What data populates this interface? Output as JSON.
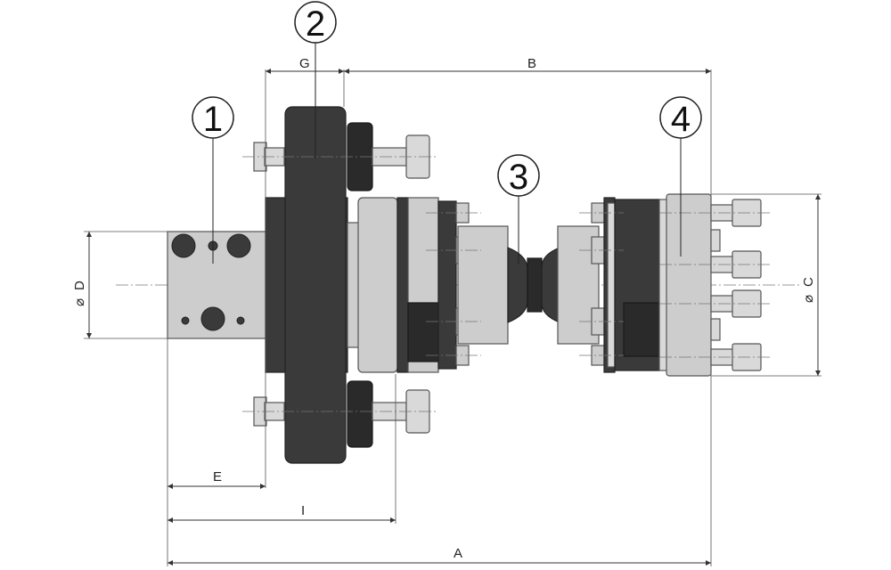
{
  "dimensions": {
    "A": "A",
    "B": "B",
    "C": "C",
    "D": "D",
    "E": "E",
    "G": "G",
    "I": "I",
    "diameter_symbol": "⌀"
  },
  "callouts": [
    "1",
    "2",
    "3",
    "4"
  ],
  "colors": {
    "dark_part": "#3a3a3a",
    "light_part": "#cdcdcd",
    "line": "#333333"
  }
}
